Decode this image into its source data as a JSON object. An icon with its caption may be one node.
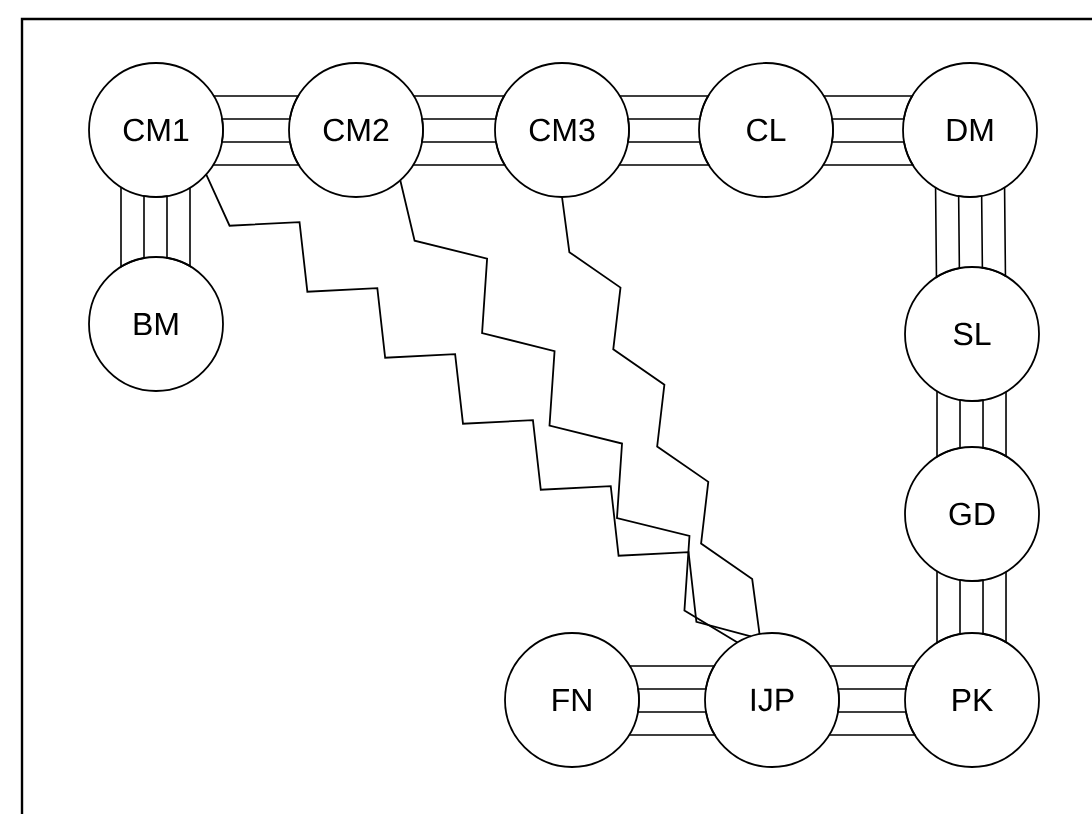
{
  "diagram": {
    "nodes": [
      {
        "text": [
          "CM1"
        ]
      },
      {
        "text": [
          "CM2"
        ]
      },
      {
        "text": [
          "CM3"
        ]
      },
      {
        "text": [
          "CL"
        ]
      },
      {
        "text": [
          "DM"
        ]
      },
      {
        "text": [
          "BM"
        ]
      },
      {
        "text": [
          "SL"
        ]
      },
      {
        "text": [
          "GD"
        ]
      },
      {
        "text": [
          "FN"
        ]
      },
      {
        "text": [
          "IJP"
        ]
      },
      {
        "text": [
          "PK"
        ]
      }
    ],
    "edges": [
      {
        "from": 0,
        "to": 1,
        "arrow": "none"
      },
      {
        "from": 1,
        "to": 2,
        "arrow": "none"
      },
      {
        "from": 2,
        "to": 3,
        "arrow": "none"
      },
      {
        "from": 3,
        "to": 4,
        "arrow": "none"
      },
      {
        "from": 0,
        "to": 5,
        "arrow": "none"
      },
      {
        "from": 4,
        "to": 6,
        "arrow": "none"
      },
      {
        "from": 6,
        "to": 7,
        "arrow": "none"
      },
      {
        "from": 7,
        "to": 10,
        "arrow": "none"
      },
      {
        "from": 8,
        "to": 9,
        "arrow": "none"
      },
      {
        "from": 9,
        "to": 10,
        "arrow": "none"
      },
      {
        "from": 0,
        "to": 9,
        "arrow": "none"
      },
      {
        "from": 1,
        "to": 9,
        "arrow": "none"
      },
      {
        "from": 2,
        "to": 9,
        "arrow": "none"
      }
    ]
  }
}
